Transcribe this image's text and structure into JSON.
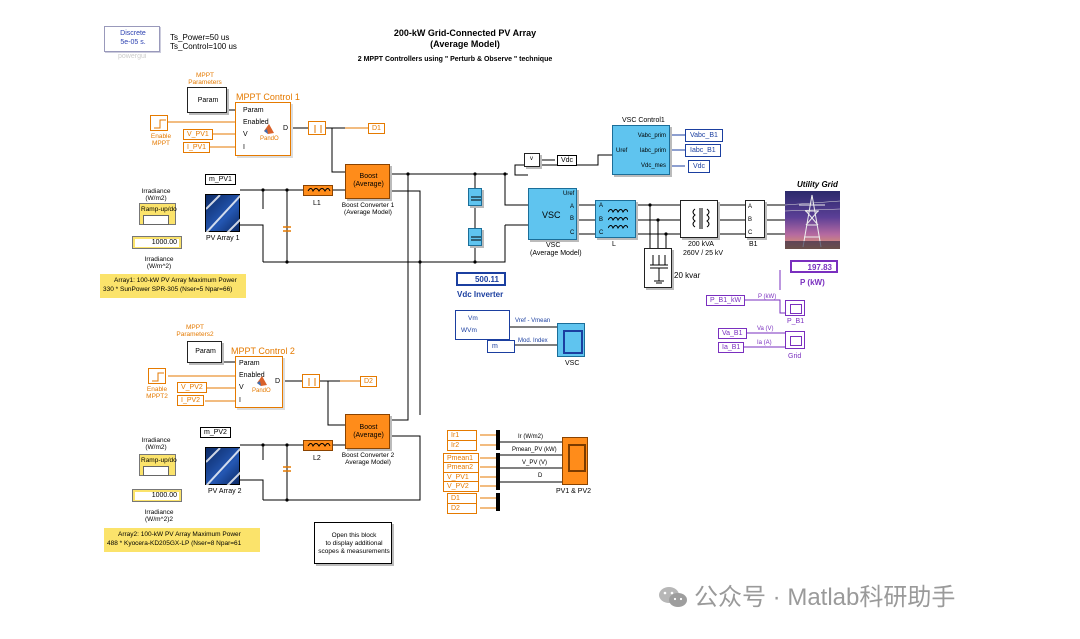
{
  "powergui": {
    "line1": "Discrete",
    "line2": "5e-05 s.",
    "caption": "powergui"
  },
  "ts_power": "Ts_Power=50 us",
  "ts_control": "Ts_Control=100 us",
  "title": {
    "line1": "200-kW Grid-Connected PV Array",
    "line2": "(Average Model)"
  },
  "subtitle": "2 MPPT Controllers using \" Perturb & Observe \" technique",
  "mppt1": {
    "params_label": "MPPT Parameters",
    "param_block": "Param",
    "block_title": "MPPT Control 1",
    "in_param": "Param",
    "in_enabled": "Enabled",
    "in_v": "V",
    "in_i": "I",
    "out_d": "D",
    "sub": "PandO",
    "enable_label": "Enable MPPT",
    "tag_v": "V_PV1",
    "tag_i": "I_PV1",
    "tag_d": "D1"
  },
  "mppt2": {
    "params_label": "MPPT Parameters2",
    "param_block": "Param",
    "block_title": "MPPT Control 2",
    "in_param": "Param",
    "in_enabled": "Enabled",
    "in_v": "V",
    "in_i": "I",
    "out_d": "D",
    "sub": "PandO",
    "enable_label": "Enable MPPT2",
    "tag_v": "V_PV2",
    "tag_i": "I_PV2",
    "tag_d": "D2"
  },
  "array1": {
    "tag_m": "m_PV1",
    "irr_label": "Irradiance (W/m2)",
    "ramp": "Ramp-up/do",
    "display": "1000.00",
    "irr_disp_label": "Irradiance (W/m^2)",
    "block": "PV Array 1",
    "inductor": "L1",
    "boost_l1": "Boost",
    "boost_l2": "(Average)",
    "boost_caption": "Boost Converter 1 (Average Model)",
    "note_l1": "Array1: 100-kW  PV Array Maximum Power",
    "note_l2": "330 * SunPower SPR-305  (Nser=5 Npar=66)"
  },
  "array2": {
    "tag_m": "m_PV2",
    "irr_label": "Irradiance (W/m2)",
    "ramp": "Ramp-up/do",
    "display": "1000.00",
    "irr_disp_label": "Irradiance (W/m^2)2",
    "block": "PV Array 2",
    "inductor": "L2",
    "boost_l1": "Boost",
    "boost_l2": "(Average)",
    "boost_caption": "Boost Converter 2 Average Model)",
    "note_l1": "Array2: 100-kW  PV Array Maximum Power",
    "note_l2": "488 * Kyocera-KD205GX-LP    (Nser=8 Npar=61"
  },
  "vsc_control": {
    "title": "VSC Control1",
    "uref": "Uref",
    "p1": "Vabc_prim",
    "p2": "Iabc_prim",
    "p3": "Vdc_mes",
    "tag1": "Vabc_B1",
    "tag2": "Iabc_B1",
    "tag3": "Vdc"
  },
  "vdc_tag": "Vdc",
  "vsc": {
    "label": "VSC",
    "caption1": "VSC",
    "caption2": "(Average Model)",
    "uref": "Uref"
  },
  "inductor_L": "L",
  "transformer": {
    "line1": "200 kVA",
    "line2": "260V / 25 kV"
  },
  "breaker": "B1",
  "capbank": "20 kvar",
  "grid_label": "Utility Grid",
  "vdc_display": {
    "value": "500.11",
    "label": "Vdc Inverter"
  },
  "vsc_scope": {
    "vm": "Vm",
    "wvm": "WVm",
    "sig1": "Vref - Vmean",
    "sig2": "Mod. Index",
    "m_tag": "m",
    "label": "VSC"
  },
  "p_display": {
    "value": "197.83",
    "label": "P (kW)"
  },
  "p_scope": {
    "tag": "P_B1_kW",
    "sig": "P (kW)",
    "label": "P_B1"
  },
  "grid_scope": {
    "tag1": "Va_B1",
    "tag2": "Ia_B1",
    "sig1": "Va (V)",
    "sig2": "Ia (A)",
    "label": "Grid"
  },
  "pv_scope": {
    "tags": [
      "Ir1",
      "Ir2",
      "Pmean1",
      "Pmean2",
      "V_PV1",
      "V_PV2",
      "D1",
      "D2"
    ],
    "sig1": "Ir (W/m2)",
    "sig2": "Pmean_PV (kW)",
    "sig3": "V_PV (V)",
    "sig4": "D",
    "label": "PV1 & PV2"
  },
  "info_block": {
    "line1": "Open this block",
    "line2": "to display additional",
    "line3": "scopes & measurements"
  },
  "watermark": "公众号 · Matlab科研助手"
}
